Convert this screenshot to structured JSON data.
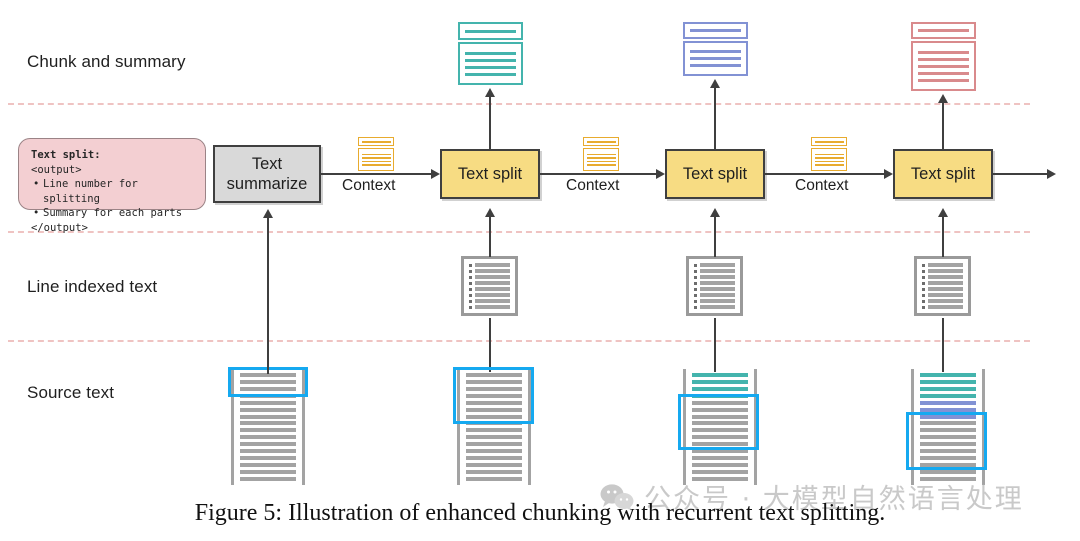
{
  "figure": {
    "caption": "Figure 5: Illustration of enhanced chunking with recurrent text splitting.",
    "watermark": "公众号 · 大模型自然语言处理",
    "watermark_icon": "wechat-icon"
  },
  "colors": {
    "yellow_fill": "#f7dc83",
    "gray_fill": "#d9d9d9",
    "pink_fill": "#f3cfd2",
    "dash_line": "#efc3c2",
    "stroke": "#3f3f3f",
    "highlight_blue": "#15a9f0",
    "teal": "#44b4ad",
    "purple": "#8292d4",
    "red": "#d98a8c",
    "amber": "#e8ab2e",
    "doc_gray": "#9a9a9a"
  },
  "bands": [
    {
      "label": "Chunk and summary"
    },
    {
      "label": "Line indexed text"
    },
    {
      "label": "Source text"
    }
  ],
  "callout": {
    "title": "Text split:",
    "open_tag": "<output>",
    "bullets": [
      "Line number for splitting",
      "Summary for each parts"
    ],
    "close_tag": "</output>"
  },
  "nodes": [
    {
      "id": "text-summarize",
      "label": "Text summarize",
      "style": "gray"
    },
    {
      "id": "text-split-1",
      "label": "Text split",
      "style": "yellow"
    },
    {
      "id": "text-split-2",
      "label": "Text split",
      "style": "yellow"
    },
    {
      "id": "text-split-3",
      "label": "Text split",
      "style": "yellow"
    }
  ],
  "context_links": [
    {
      "label": "Context",
      "icon": "document-icon"
    },
    {
      "label": "Context",
      "icon": "document-icon"
    },
    {
      "label": "Context",
      "icon": "document-icon"
    }
  ],
  "chunk_summaries": [
    {
      "id": "chunk-1",
      "color": "#44b4ad",
      "summary_lines": 1,
      "chunk_lines": 4,
      "icon": "chunk-summary-icon"
    },
    {
      "id": "chunk-2",
      "color": "#8292d4",
      "summary_lines": 1,
      "chunk_lines": 3,
      "icon": "chunk-summary-icon"
    },
    {
      "id": "chunk-3",
      "color": "#d98a8c",
      "summary_lines": 1,
      "chunk_lines": 5,
      "icon": "chunk-summary-icon"
    }
  ],
  "line_indexed_docs": [
    {
      "id": "indexed-doc-1",
      "rows": 8,
      "icon": "line-indexed-document-icon"
    },
    {
      "id": "indexed-doc-2",
      "rows": 8,
      "icon": "line-indexed-document-icon"
    },
    {
      "id": "indexed-doc-3",
      "rows": 8,
      "icon": "line-indexed-document-icon"
    }
  ],
  "source_docs": [
    {
      "id": "source-doc-0",
      "icon": "source-document-icon",
      "total_lines": 16,
      "segments": [
        {
          "color": "#a3a3a3",
          "count": 16
        }
      ],
      "highlight": {
        "from_line": 0,
        "to_line": 3
      }
    },
    {
      "id": "source-doc-1",
      "icon": "source-document-icon",
      "total_lines": 16,
      "segments": [
        {
          "color": "#a3a3a3",
          "count": 16
        }
      ],
      "highlight": {
        "from_line": 0,
        "to_line": 7
      }
    },
    {
      "id": "source-doc-2",
      "icon": "source-document-icon",
      "total_lines": 16,
      "segments": [
        {
          "color": "#44b4ad",
          "count": 4
        },
        {
          "color": "#a3a3a3",
          "count": 12
        }
      ],
      "highlight": {
        "from_line": 4,
        "to_line": 11
      }
    },
    {
      "id": "source-doc-3",
      "icon": "source-document-icon",
      "total_lines": 16,
      "segments": [
        {
          "color": "#44b4ad",
          "count": 4
        },
        {
          "color": "#8292d4",
          "count": 3
        },
        {
          "color": "#a3a3a3",
          "count": 9
        }
      ],
      "highlight": {
        "from_line": 7,
        "to_line": 15
      }
    }
  ]
}
